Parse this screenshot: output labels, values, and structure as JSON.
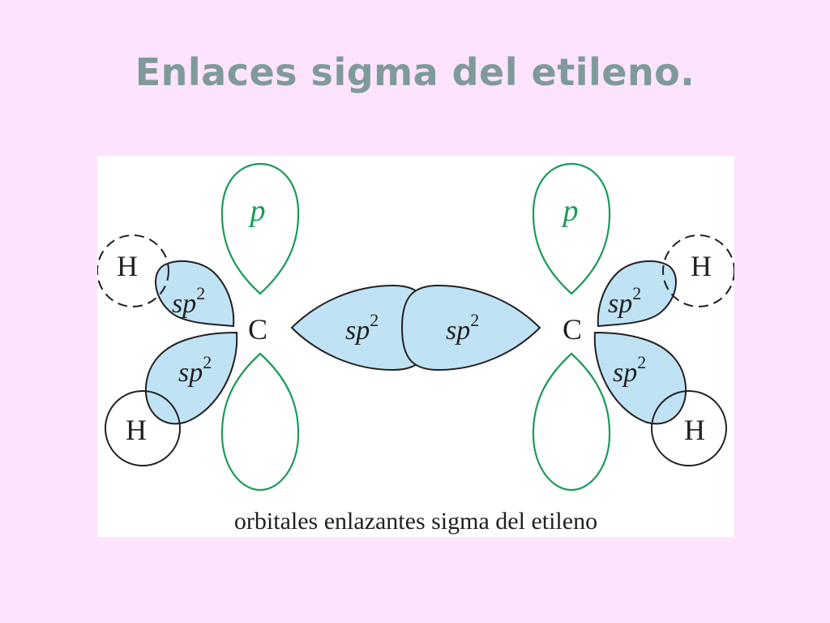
{
  "slide": {
    "title": "Enlaces sigma del etileno."
  },
  "figure": {
    "caption": "orbitales enlazantes sigma del etileno",
    "atoms": {
      "carbon_left": "C",
      "carbon_right": "C",
      "hydrogen_top_left": "H",
      "hydrogen_bottom_left": "H",
      "hydrogen_top_right": "H",
      "hydrogen_bottom_right": "H"
    },
    "orbital_labels": {
      "p_left": "p",
      "p_right": "p",
      "sp_base": "sp",
      "sp_superscript": "2"
    },
    "colors": {
      "p_orbital_stroke": "#1a9a5a",
      "p_label": "#1a9a5a",
      "sp2_fill": "#bfe3f5",
      "outline": "#231f20",
      "background": "#fde3fb",
      "title": "#7f9a9a"
    }
  }
}
